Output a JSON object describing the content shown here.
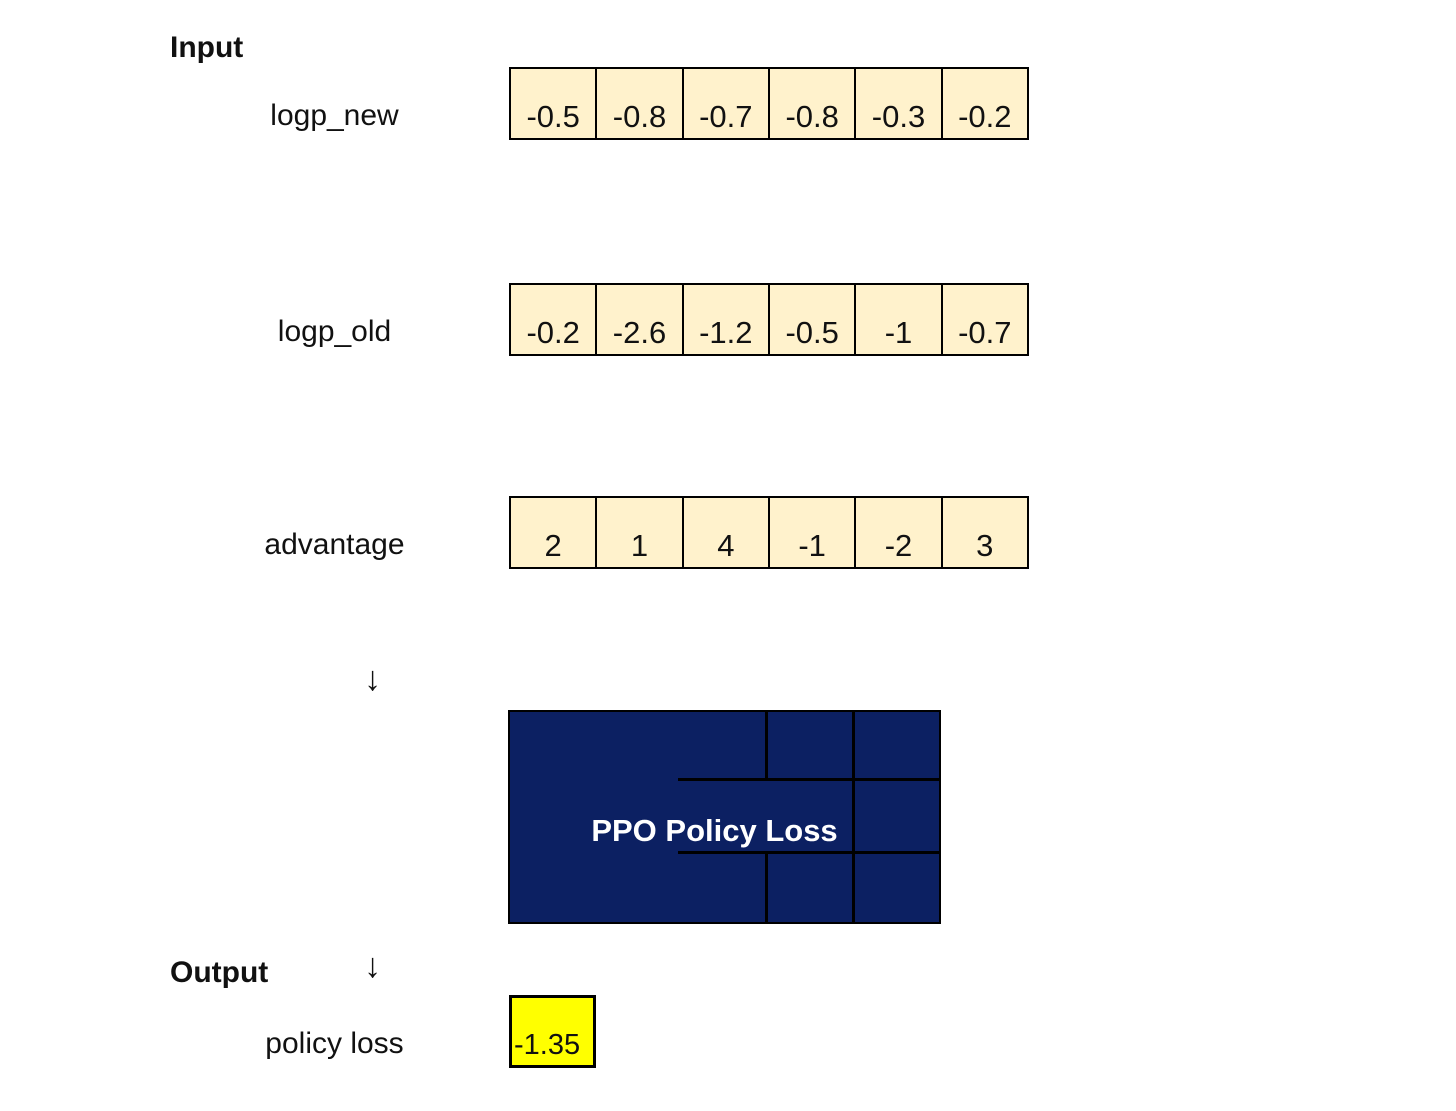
{
  "headings": {
    "input": "Input",
    "output": "Output"
  },
  "arrow_glyph": "↓",
  "colors": {
    "vector_cell_bg": "#FFF2CC",
    "processor_bg": "#0C2062",
    "processor_text": "#FFFFFF",
    "output_cell_bg": "#FFFF00",
    "grid_border": "#000000"
  },
  "vectors": [
    {
      "label": "logp_new",
      "values": [
        "-0.5",
        "-0.8",
        "-0.7",
        "-0.8",
        "-0.3",
        "-0.2"
      ]
    },
    {
      "label": "logp_old",
      "values": [
        "-0.2",
        "-2.6",
        "-1.2",
        "-0.5",
        "-1",
        "-0.7"
      ]
    },
    {
      "label": "advantage",
      "values": [
        "2",
        "1",
        "4",
        "-1",
        "-2",
        "3"
      ]
    }
  ],
  "processor": {
    "label": "PPO Policy Loss"
  },
  "output": {
    "label": "policy loss",
    "value": "-1.35"
  }
}
